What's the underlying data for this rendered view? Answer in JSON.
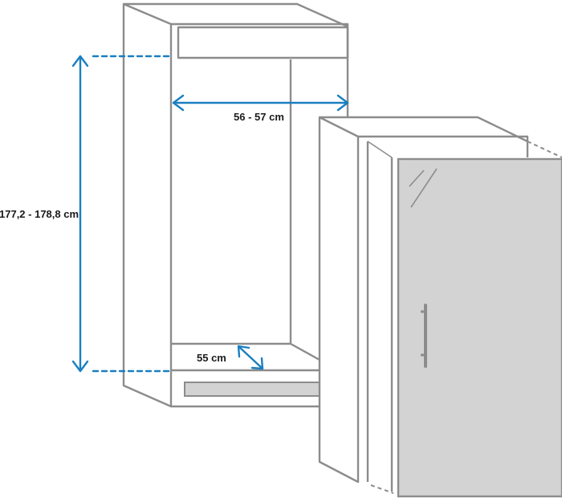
{
  "dimensions": {
    "niche_height": "177,2 - 178,8 cm",
    "niche_width": "56 - 57 cm",
    "niche_depth": "55 cm"
  },
  "colors": {
    "outline": "#8c8c8c",
    "dimension_arrow": "#1a7fc1",
    "door_fill": "#d3d3d3",
    "plinth_fill": "#d3d3d3",
    "label_text": "#1a1a1a"
  }
}
